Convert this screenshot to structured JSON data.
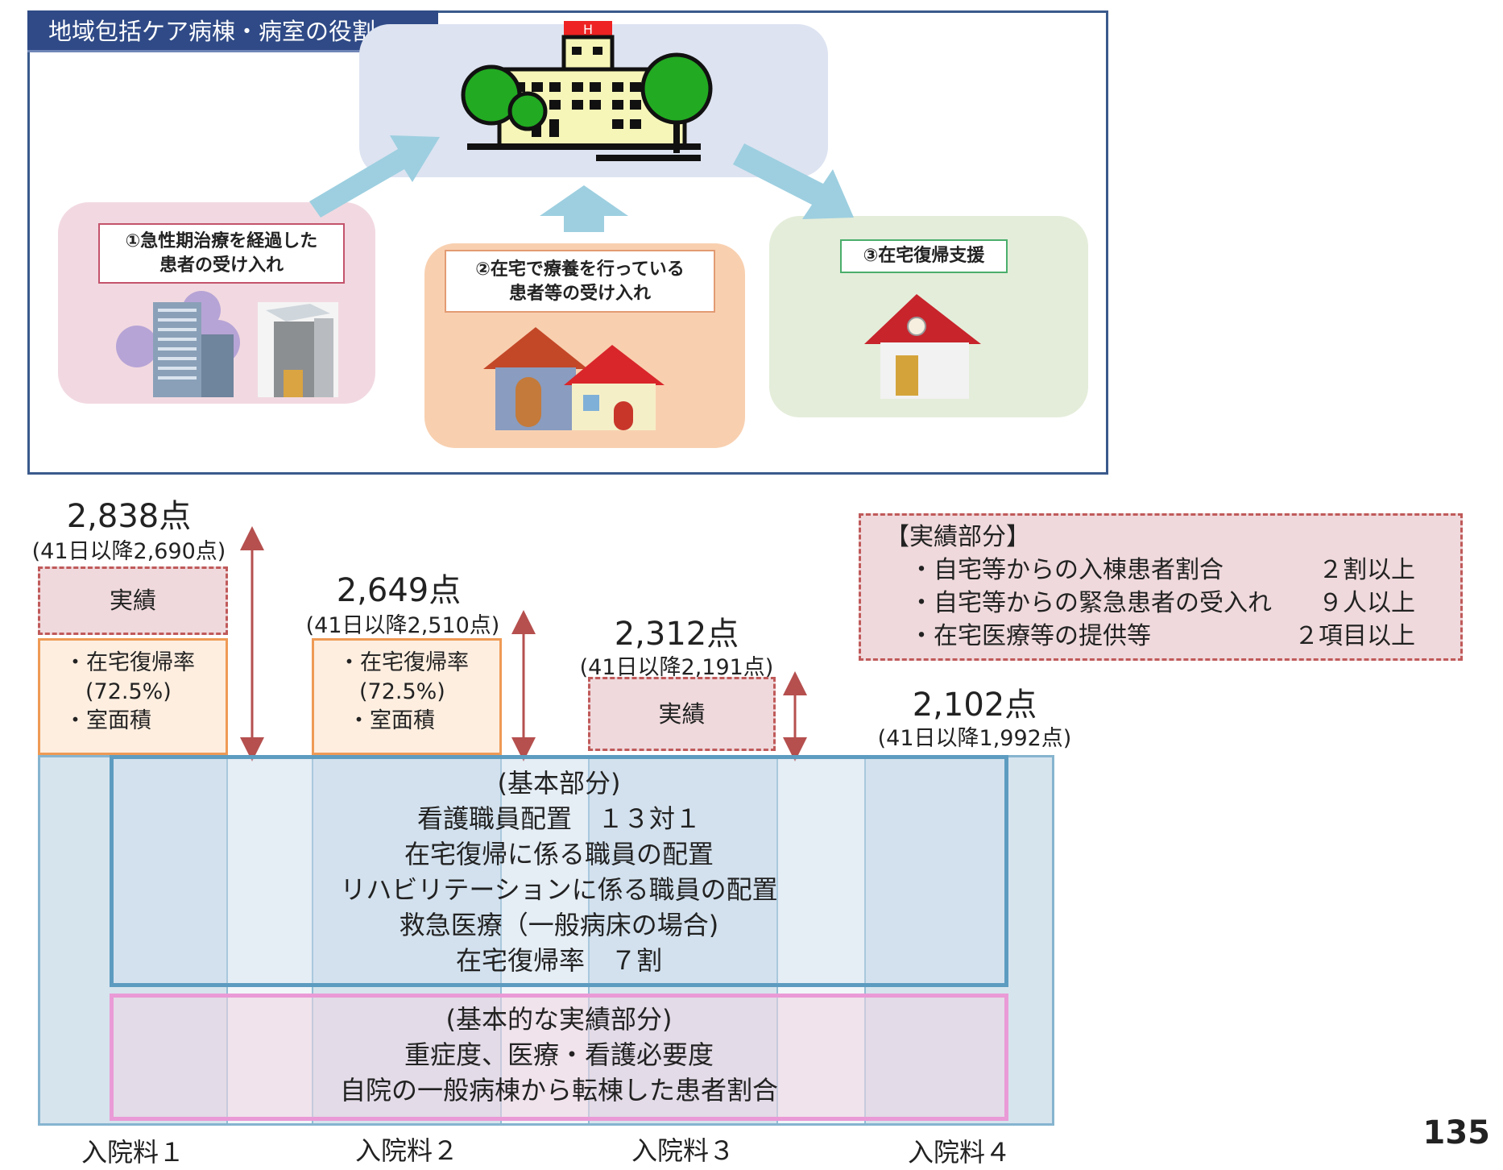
{
  "panel": {
    "title": "地域包括ケア病棟・病室の役割",
    "role1_line1": "①急性期治療を経過した",
    "role1_line2": "患者の受け入れ",
    "role2_line1": "②在宅で療養を行っている",
    "role2_line2": "患者等の受け入れ",
    "role3": "③在宅復帰支援"
  },
  "columns": [
    {
      "label": "入院料１",
      "price": "2,838点",
      "price_after": "(41日以降2,690点)",
      "jisseki": "実績",
      "req1": "・在宅復帰率",
      "req2": "(72.5%)",
      "req3": "・室面積"
    },
    {
      "label": "入院料２",
      "price": "2,649点",
      "price_after": "(41日以降2,510点)",
      "req1": "・在宅復帰率",
      "req2": "(72.5%)",
      "req3": "・室面積"
    },
    {
      "label": "入院料３",
      "price": "2,312点",
      "price_after": "(41日以降2,191点)",
      "jisseki": "実績"
    },
    {
      "label": "入院料４",
      "price": "2,102点",
      "price_after": "(41日以降1,992点)"
    }
  ],
  "basic": {
    "lines": [
      "(基本部分)",
      "看護職員配置　１３対１",
      "在宅復帰に係る職員の配置",
      "リハビリテーションに係る職員の配置",
      "救急医療（一般病床の場合)",
      "在宅復帰率　７割"
    ]
  },
  "basic_perf": {
    "lines": [
      "(基本的な実績部分)",
      "重症度、医療・看護必要度",
      "自院の一般病棟から転棟した患者割合"
    ]
  },
  "legend": {
    "title": "【実績部分】",
    "items": [
      {
        "label": "・自宅等からの入棟患者割合",
        "value": "２割以上"
      },
      {
        "label": "・自宅等からの緊急患者の受入れ",
        "value": "９人以上"
      },
      {
        "label": "・在宅医療等の提供等",
        "value": "２項目以上"
      }
    ]
  },
  "page_number": "135",
  "colors": {
    "navy": "#2f4a86",
    "arrow": "#b5504f",
    "blue_border": "#5d9cc0",
    "pink_border": "#ea9ad6",
    "orange_border": "#ef9a55"
  }
}
